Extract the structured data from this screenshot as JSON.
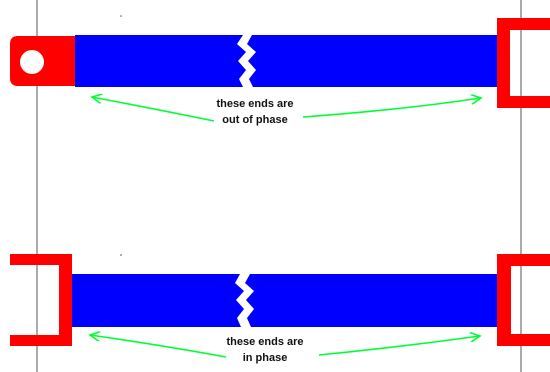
{
  "diagram": {
    "top_caption": {
      "line1": "these ends are",
      "line2": "out of phase"
    },
    "bottom_caption": {
      "line1": "these ends are",
      "line2": "in phase"
    },
    "shaft_color": "#0000ff",
    "yoke_color": "#ff0000",
    "arrow_color": "#00ff33",
    "guide_line_color": "#555555"
  }
}
